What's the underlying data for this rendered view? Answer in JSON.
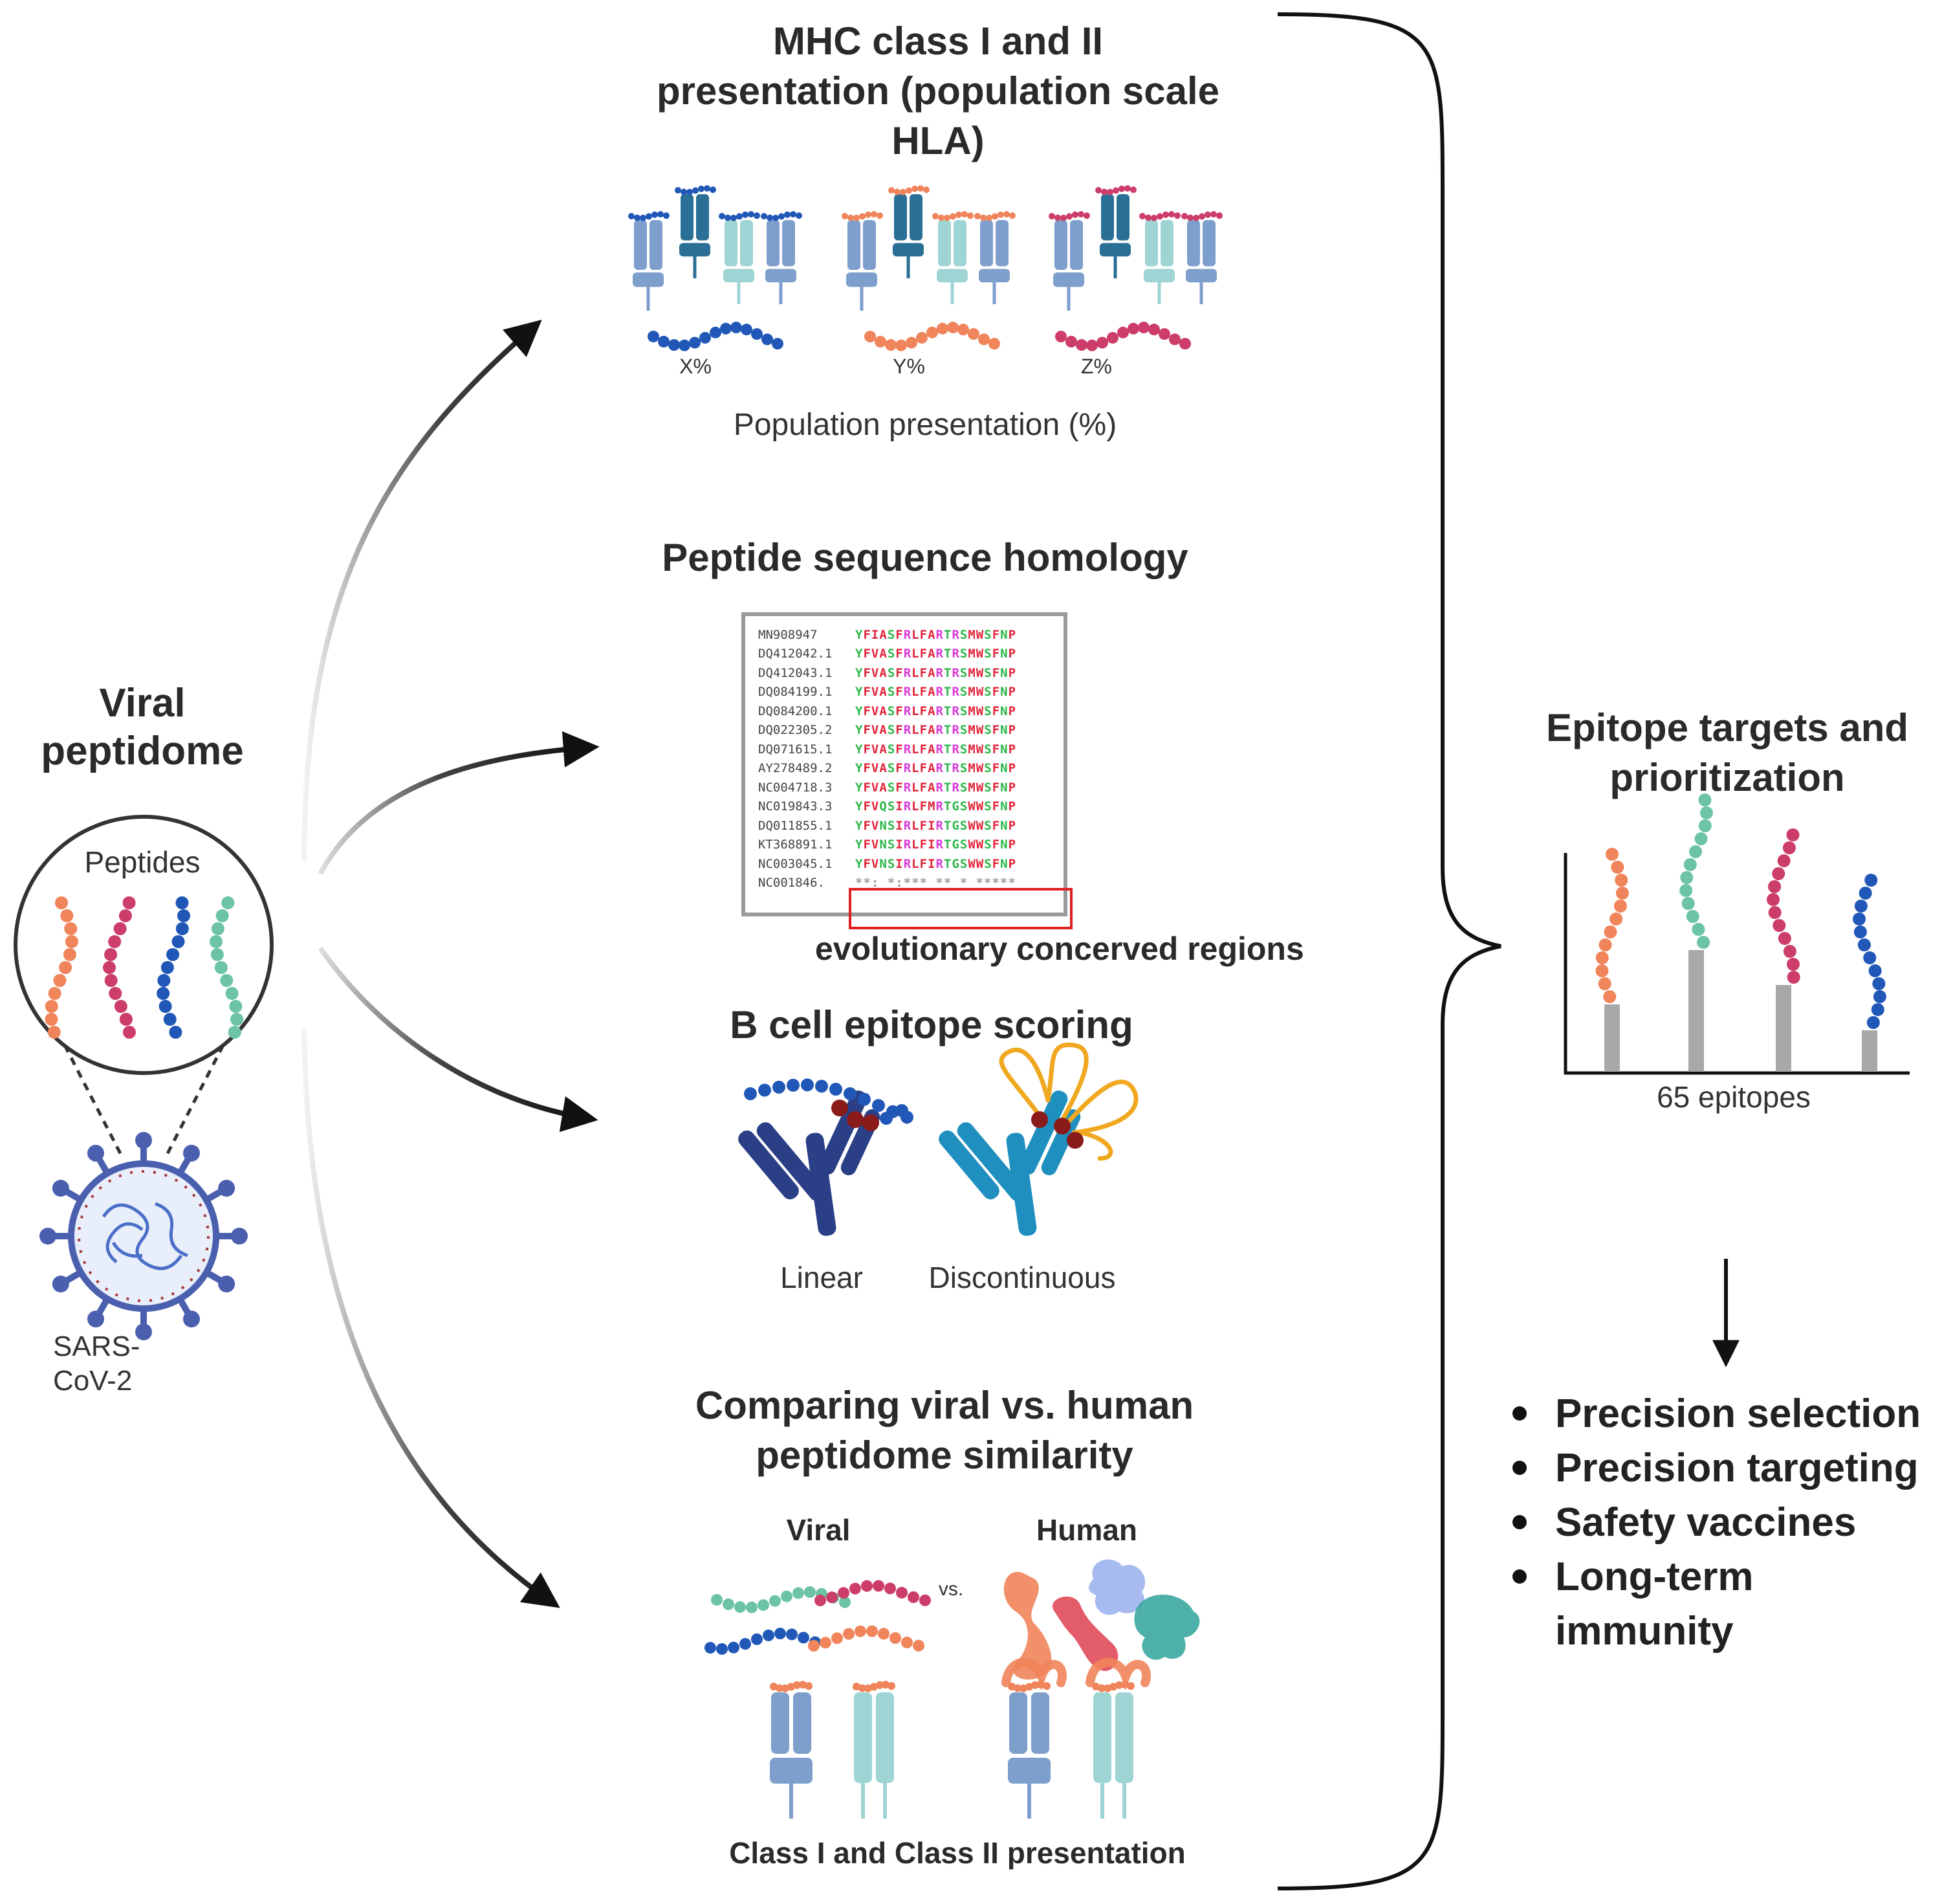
{
  "left": {
    "title": "Viral\npeptidome",
    "peptides_label": "Peptides",
    "virus_label": "SARS-\nCoV-2"
  },
  "mhc": {
    "title": "MHC class I and II\npresentation (population scale\nHLA)",
    "percent_labels": [
      "X%",
      "Y%",
      "Z%"
    ],
    "caption": "Population presentation (%)"
  },
  "homology": {
    "title": "Peptide sequence homology",
    "sequences": [
      {
        "id": "MN908947",
        "seq": "YFIASFRLFARTRSMWSFNP"
      },
      {
        "id": "DQ412042.1",
        "seq": "YFVASFRLFARTRSMWSFNP"
      },
      {
        "id": "DQ412043.1",
        "seq": "YFVASFRLFARTRSMWSFNP"
      },
      {
        "id": "DQ084199.1",
        "seq": "YFVASFRLFARTRSMWSFNP"
      },
      {
        "id": "DQ084200.1",
        "seq": "YFVASFRLFARTRSMWSFNP"
      },
      {
        "id": "DQ022305.2",
        "seq": "YFVASFRLFARTRSMWSFNP"
      },
      {
        "id": "DQ071615.1",
        "seq": "YFVASFRLFARTRSMWSFNP"
      },
      {
        "id": "AY278489.2",
        "seq": "YFVASFRLFARTRSMWSFNP"
      },
      {
        "id": "NC004718.3",
        "seq": "YFVASFRLFARTRSMWSFNP"
      },
      {
        "id": "NC019843.3",
        "seq": "YFVQSIRLFMRTGSWWSFNP"
      },
      {
        "id": "DQ011855.1",
        "seq": "YFVNSIRLFIRTGSWWSFNP"
      },
      {
        "id": "KT368891.1",
        "seq": "YFVNSIRLFIRTGSWWSFNP"
      },
      {
        "id": "NC003045.1",
        "seq": "YFVNSIRLFIRTGSWWSFNP"
      }
    ],
    "footer_id": "NC001846.",
    "footer_seq": "**: *:*** ** * *****",
    "conserved_label": "evolutionary concerved regions"
  },
  "bcell": {
    "title": "B cell epitope scoring",
    "linear_label": "Linear",
    "discontinuous_label": "Discontinuous"
  },
  "compare": {
    "title": "Comparing viral vs. human\npeptidome similarity",
    "viral_label": "Viral",
    "vs_label": "vs.",
    "human_label": "Human",
    "presentation_label": "Class I and Class II presentation"
  },
  "epitope": {
    "title": "Epitope targets and\nprioritization",
    "axis_label": "65 epitopes",
    "outcomes": [
      "Precision selection",
      "Precision targeting",
      "Safety vaccines",
      "Long-term\nimmunity"
    ]
  },
  "colors": {
    "orange": "#f0845a",
    "pink": "#cc3d6a",
    "blue": "#2158b8",
    "teal": "#6cc4a4",
    "mhc_blue": "#7e9fcc",
    "mhc_dark": "#2a6f96",
    "mhc_light": "#9fd4d4",
    "antibody_navy": "#2b3f87",
    "antibody_cyan": "#1f8fbf",
    "epitope_dot": "#8b1a1a",
    "loop_gold": "#f0a820",
    "bar_gray": "#a8a8a8",
    "virus_spike": "#4a5fae",
    "highlight_red": "#e02020"
  }
}
